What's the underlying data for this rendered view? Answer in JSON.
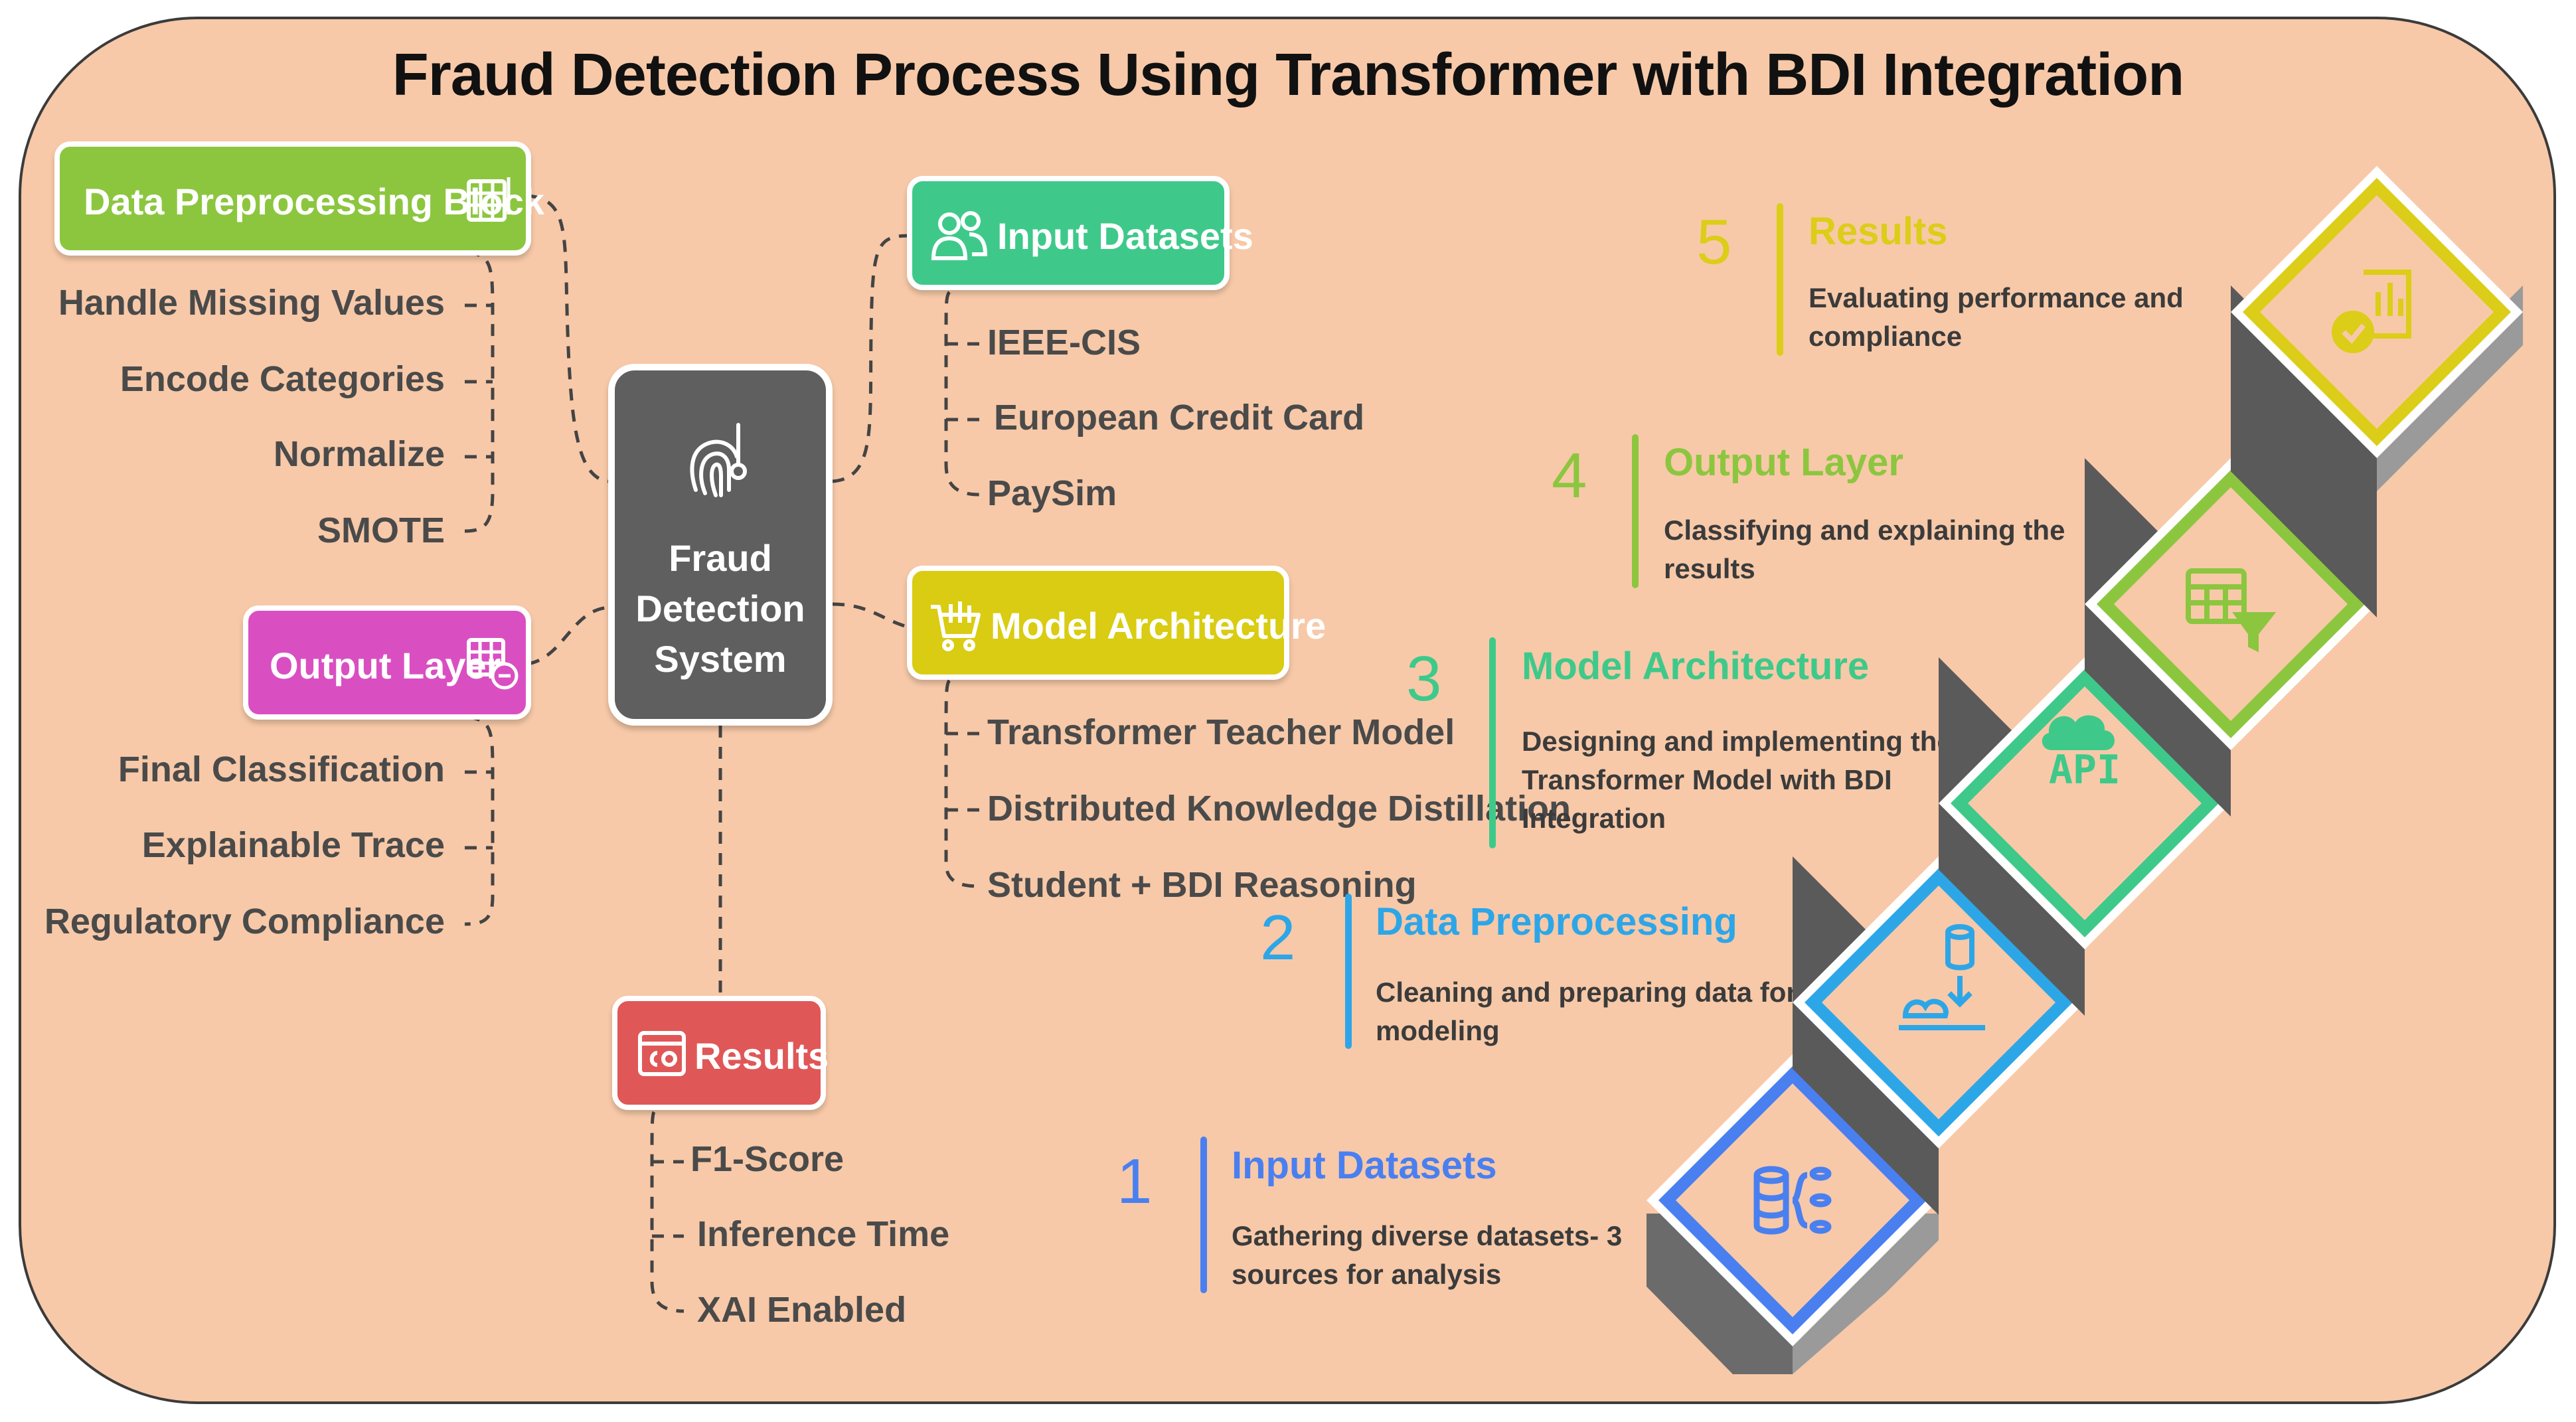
{
  "title": "Fraud Detection Process Using Transformer with BDI Integration",
  "colors": {
    "background": "#f7c9a8",
    "center": "#5f5f5f",
    "preprocessing": "#8cc63f",
    "input": "#3ec98a",
    "model": "#d9cc12",
    "output": "#d94fc2",
    "results": "#e05757",
    "step1": "#4a7ff0",
    "step2": "#2da6e8",
    "step3": "#3ec98a",
    "step4": "#8cc63f",
    "step5": "#dccd18"
  },
  "center": {
    "label": "Fraud\nDetection\nSystem",
    "icon": "fingerprint-icon"
  },
  "branches": {
    "preprocessing": {
      "label": "Data Preprocessing Block",
      "icon": "table-icon",
      "items": [
        "Handle Missing Values",
        "Encode Categories",
        "Normalize",
        "SMOTE"
      ]
    },
    "output": {
      "label": "Output Layer",
      "icon": "grid-minus-icon",
      "items": [
        "Final Classification",
        "Explainable Trace",
        "Regulatory Compliance"
      ]
    },
    "input": {
      "label": "Input Datasets",
      "icon": "people-icon",
      "items": [
        "IEEE-CIS",
        "European Credit Card",
        "PaySim"
      ]
    },
    "model": {
      "label": "Model Architecture",
      "icon": "cart-icon",
      "items": [
        "Transformer Teacher Model",
        "Distributed Knowledge Distillation",
        "Student + BDI Reasoning"
      ]
    },
    "results": {
      "label": "Results",
      "icon": "window-icon",
      "items": [
        "F1-Score",
        "Inference Time",
        "XAI Enabled"
      ]
    }
  },
  "steps": [
    {
      "num": "1",
      "title": "Input Datasets",
      "desc": "Gathering diverse datasets- 3\nsources for analysis",
      "icon": "database-icon"
    },
    {
      "num": "2",
      "title": "Data Preprocessing",
      "desc": "Cleaning and preparing data for\nmodeling",
      "icon": "data-transfer-icon"
    },
    {
      "num": "3",
      "title": "Model Architecture",
      "desc": "Designing and implementing the\nTransformer Model with BDI\nIntegration",
      "icon": "cloud-api-icon",
      "icon_text": "API"
    },
    {
      "num": "4",
      "title": "Output Layer",
      "desc": "Classifying and explaining the\nresults",
      "icon": "table-filter-icon"
    },
    {
      "num": "5",
      "title": "Results",
      "desc": "Evaluating performance and\ncompliance",
      "icon": "report-check-icon"
    }
  ]
}
